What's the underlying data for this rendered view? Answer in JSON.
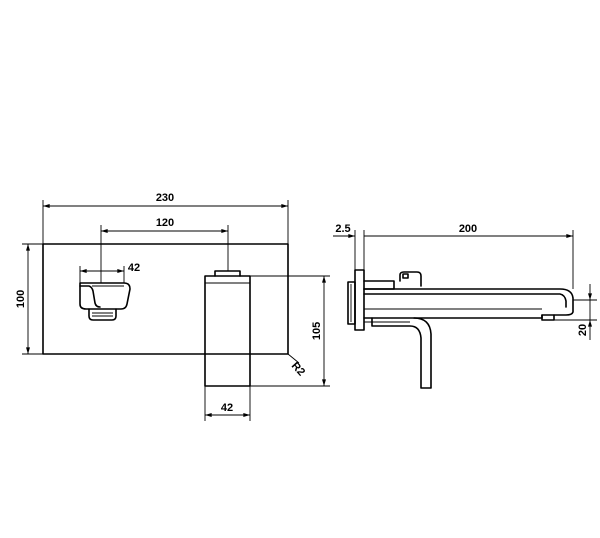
{
  "dimensions": {
    "plate_width": "230",
    "spout_offset": "120",
    "spout_outlet_width": "42",
    "plate_height": "100",
    "lever_height": "105",
    "corner_radius": "R2",
    "lever_width": "42",
    "plate_thickness": "2.5",
    "spout_projection": "200",
    "outlet_drop": "20"
  }
}
